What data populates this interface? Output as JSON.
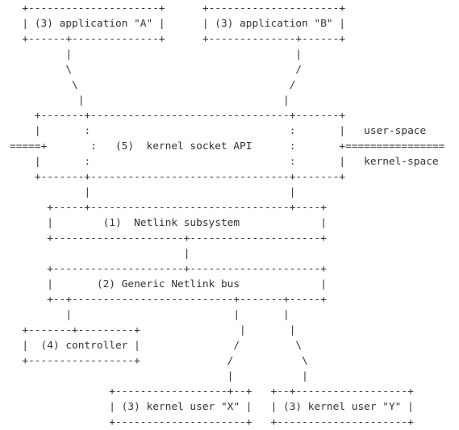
{
  "diagram": {
    "lines": [
      "  +---------------------+      +---------------------+",
      "  | (3) application \"A\" |      | (3) application \"B\" |",
      "  +------+--------------+      +--------------+------+",
      "         |                                    |",
      "         \\                                    /",
      "          \\                                  /",
      "           |                                |",
      "    +-------+--------------------------------+-------+",
      "    |       :                                :       |   user-space",
      "=====+       :   (5)  kernel socket API      :       +================",
      "    |       :                                :       |   kernel-space",
      "    +-------+--------------------------------+-------+",
      "            |                                |",
      "      +-----+--------------------------------+----+",
      "      |        (1)  Netlink subsystem             |",
      "      +---------------------+---------------------+",
      "                            |",
      "      +---------------------+---------------------+",
      "      |       (2) Generic Netlink bus             |",
      "      +--+--------------------------+-------+-----+",
      "         |                          |       |",
      "  +-------+---------+                |       |",
      "  |  (4) controller |               /         \\",
      "  +-----------------+              /           \\",
      "                                   |           |",
      "                +------------------+--+   +--+------------------+",
      "                | (3) kernel user \"X\" |   | (3) kernel user \"Y\" |",
      "                +---------------------+   +---------------------+"
    ]
  }
}
